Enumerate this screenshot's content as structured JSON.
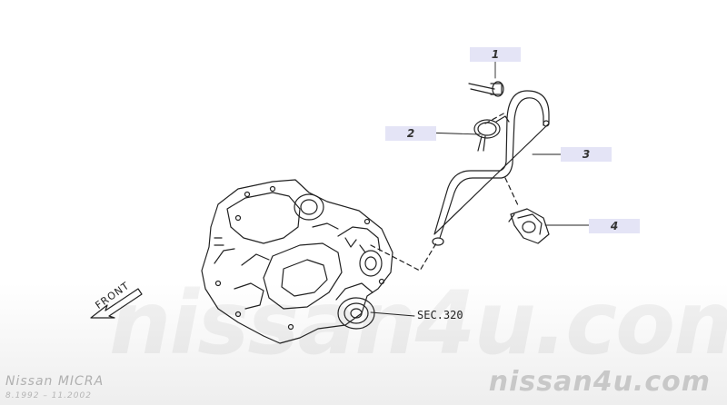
{
  "callouts": [
    {
      "number": "1",
      "part": "clip"
    },
    {
      "number": "2",
      "part": "hose-clamp"
    },
    {
      "number": "3",
      "part": "breather-hose"
    },
    {
      "number": "4",
      "part": "hose-clamp-bracket"
    }
  ],
  "section_ref": "SEC.320",
  "orientation": {
    "label": "FRONT"
  },
  "watermark": {
    "background_text": "nissan4u.com",
    "corner_text": "nissan4u.com"
  },
  "vehicle": {
    "model": "Nissan MICRA",
    "years": "8.1992 – 11.2002"
  },
  "colors": {
    "callout_bg": "#e4e4f6",
    "line": "#222222",
    "watermark": "#c8c8c8"
  }
}
